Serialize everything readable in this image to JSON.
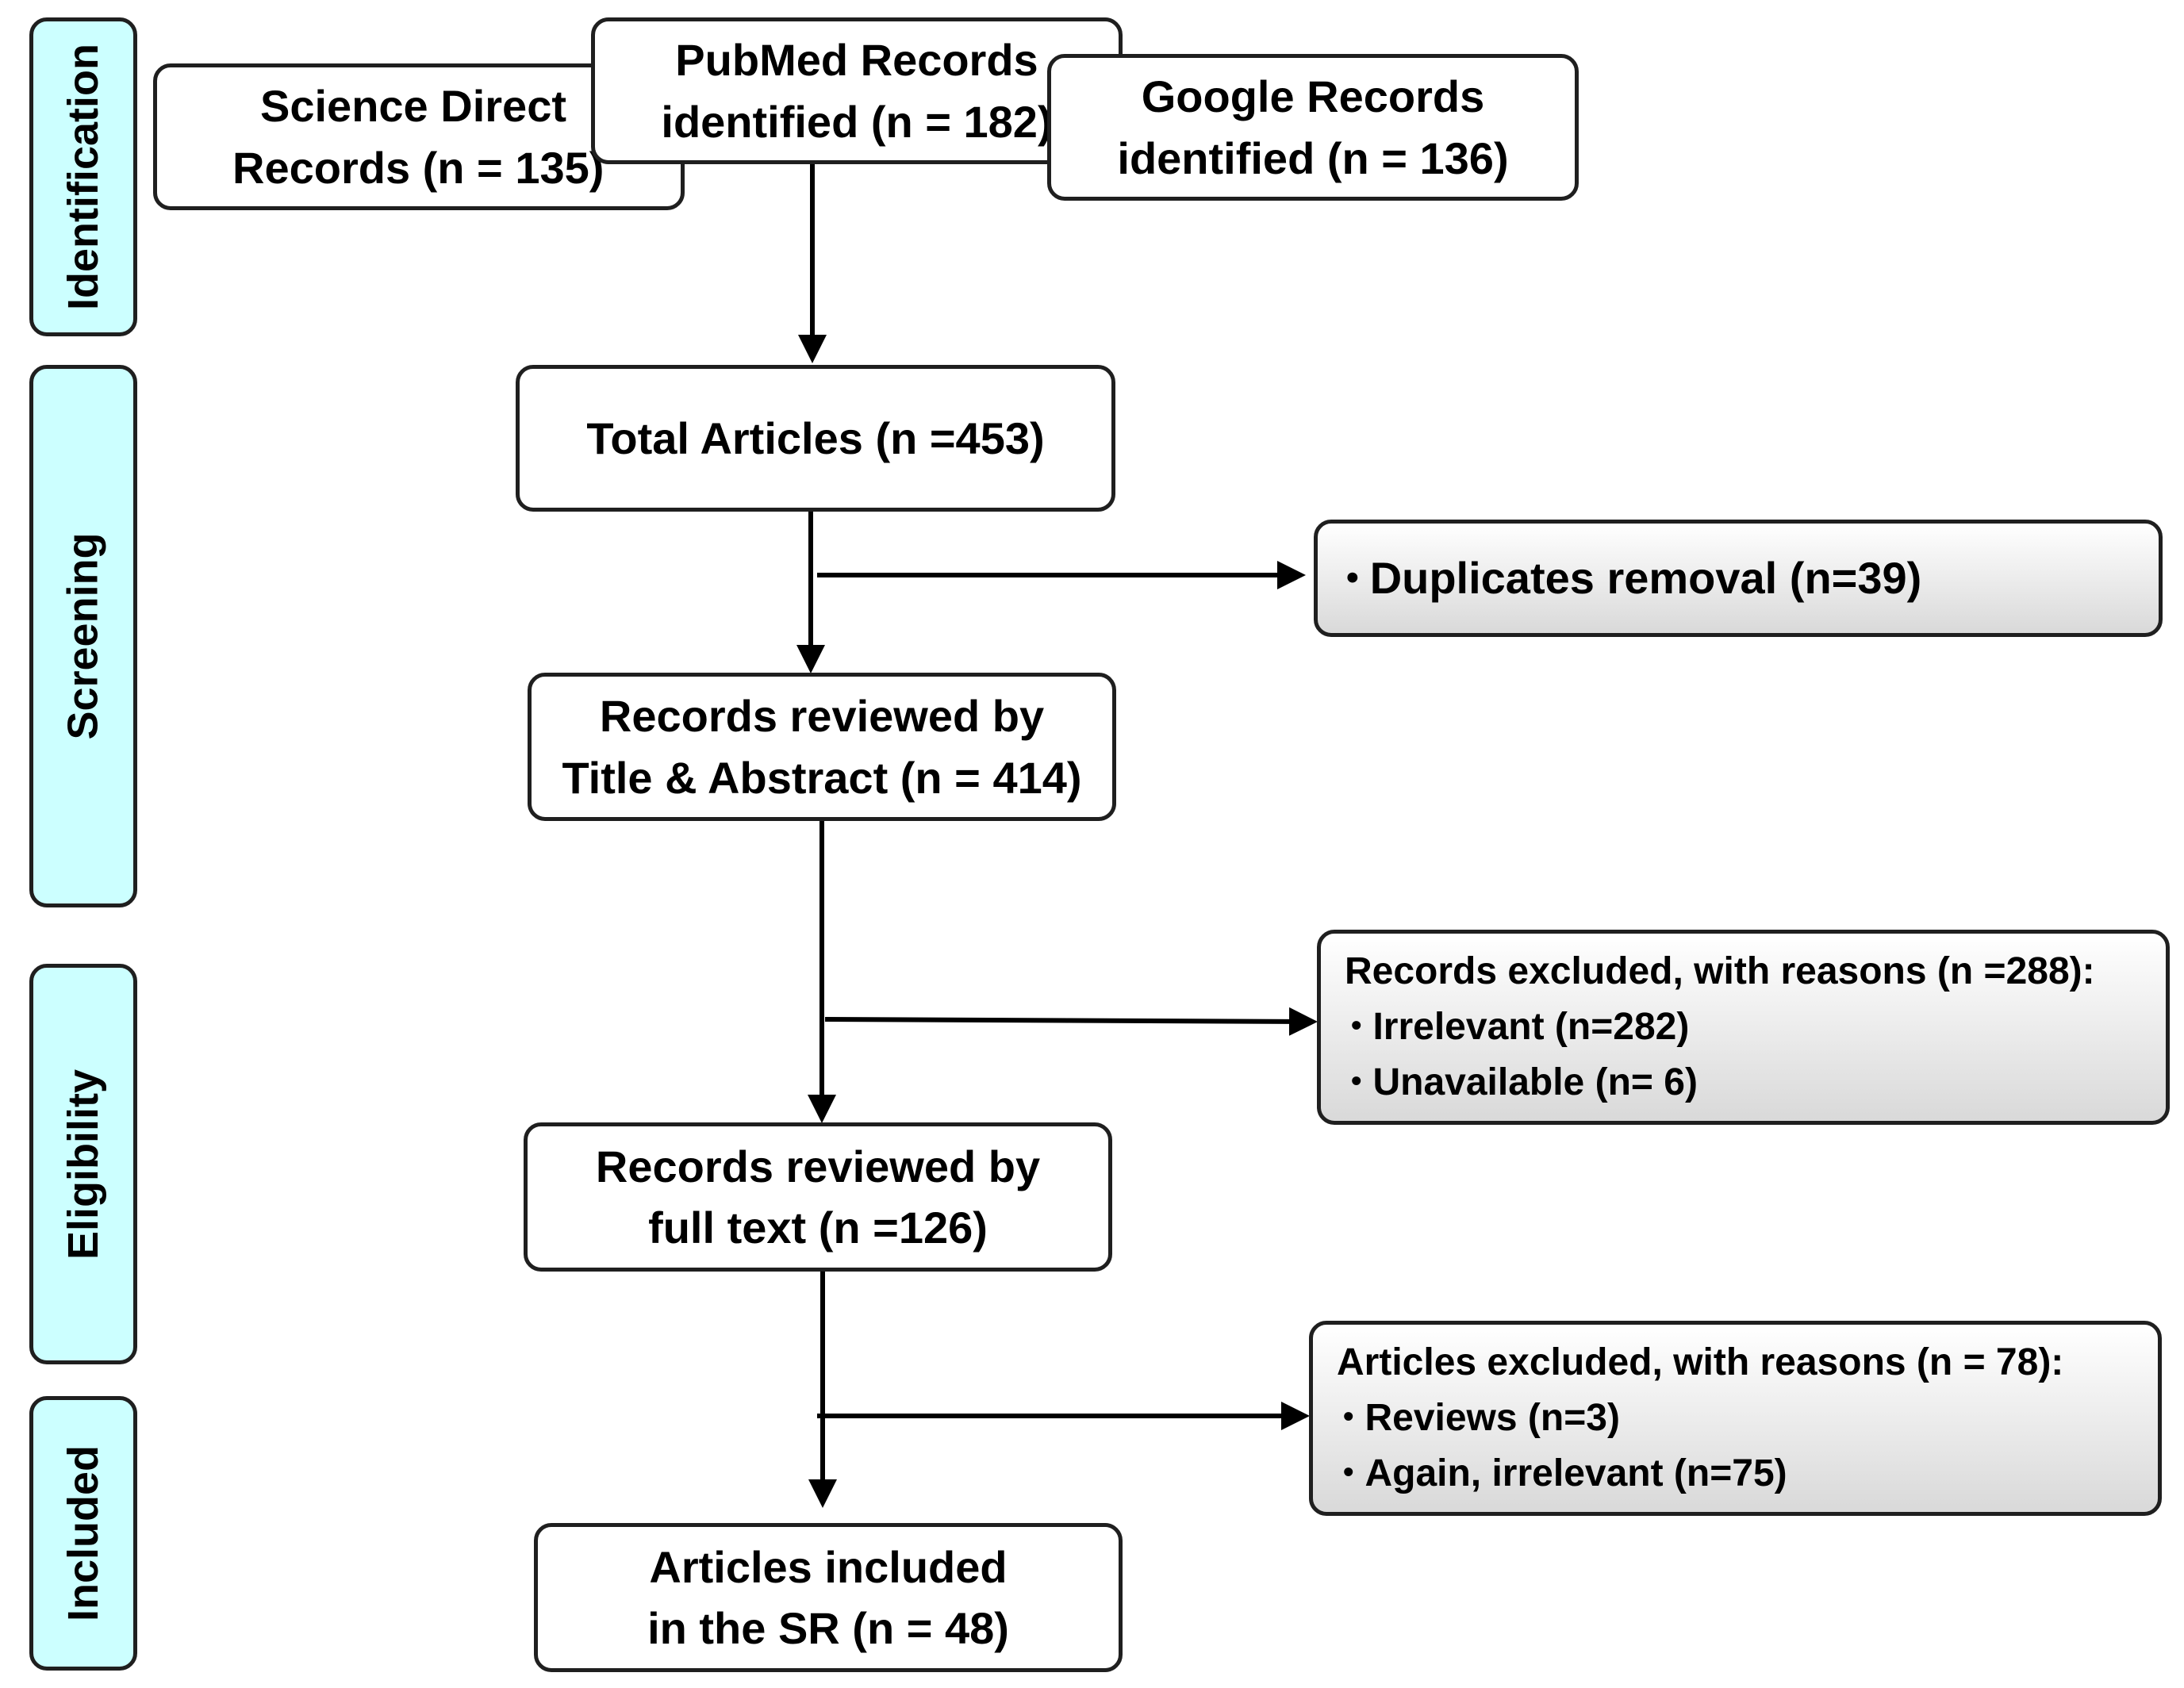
{
  "phases": {
    "identification": "Identification",
    "screening": "Screening",
    "eligibility": "Eligibility",
    "included": "Included"
  },
  "sources": {
    "science_direct": [
      "Science Direct",
      "Records (n = 135)"
    ],
    "pubmed": [
      "PubMed Records",
      "identified (n = 182)"
    ],
    "google": [
      "Google Records",
      "identified (n = 136)"
    ]
  },
  "flow": {
    "total": "Total Articles (n =453)",
    "title_abstract": [
      "Records reviewed by",
      "Title & Abstract (n = 414)"
    ],
    "full_text": [
      "Records reviewed by",
      "full text (n =126)"
    ],
    "included": [
      "Articles included",
      "in the SR (n = 48)"
    ]
  },
  "exclusions": {
    "duplicates": {
      "items": [
        "Duplicates removal (n=39)"
      ]
    },
    "records_excluded": {
      "heading": "Records excluded, with reasons (n =288):",
      "items": [
        "Irrelevant (n=282)",
        "Unavailable (n= 6)"
      ]
    },
    "articles_excluded": {
      "heading": "Articles excluded, with reasons (n = 78):",
      "items": [
        "Reviews (n=3)",
        "Again, irrelevant (n=75)"
      ]
    }
  },
  "colors": {
    "phase_fill": "#ccffff",
    "stroke": "#1f1f1f",
    "exclusion_gradient_end": "#d9d9d9"
  }
}
